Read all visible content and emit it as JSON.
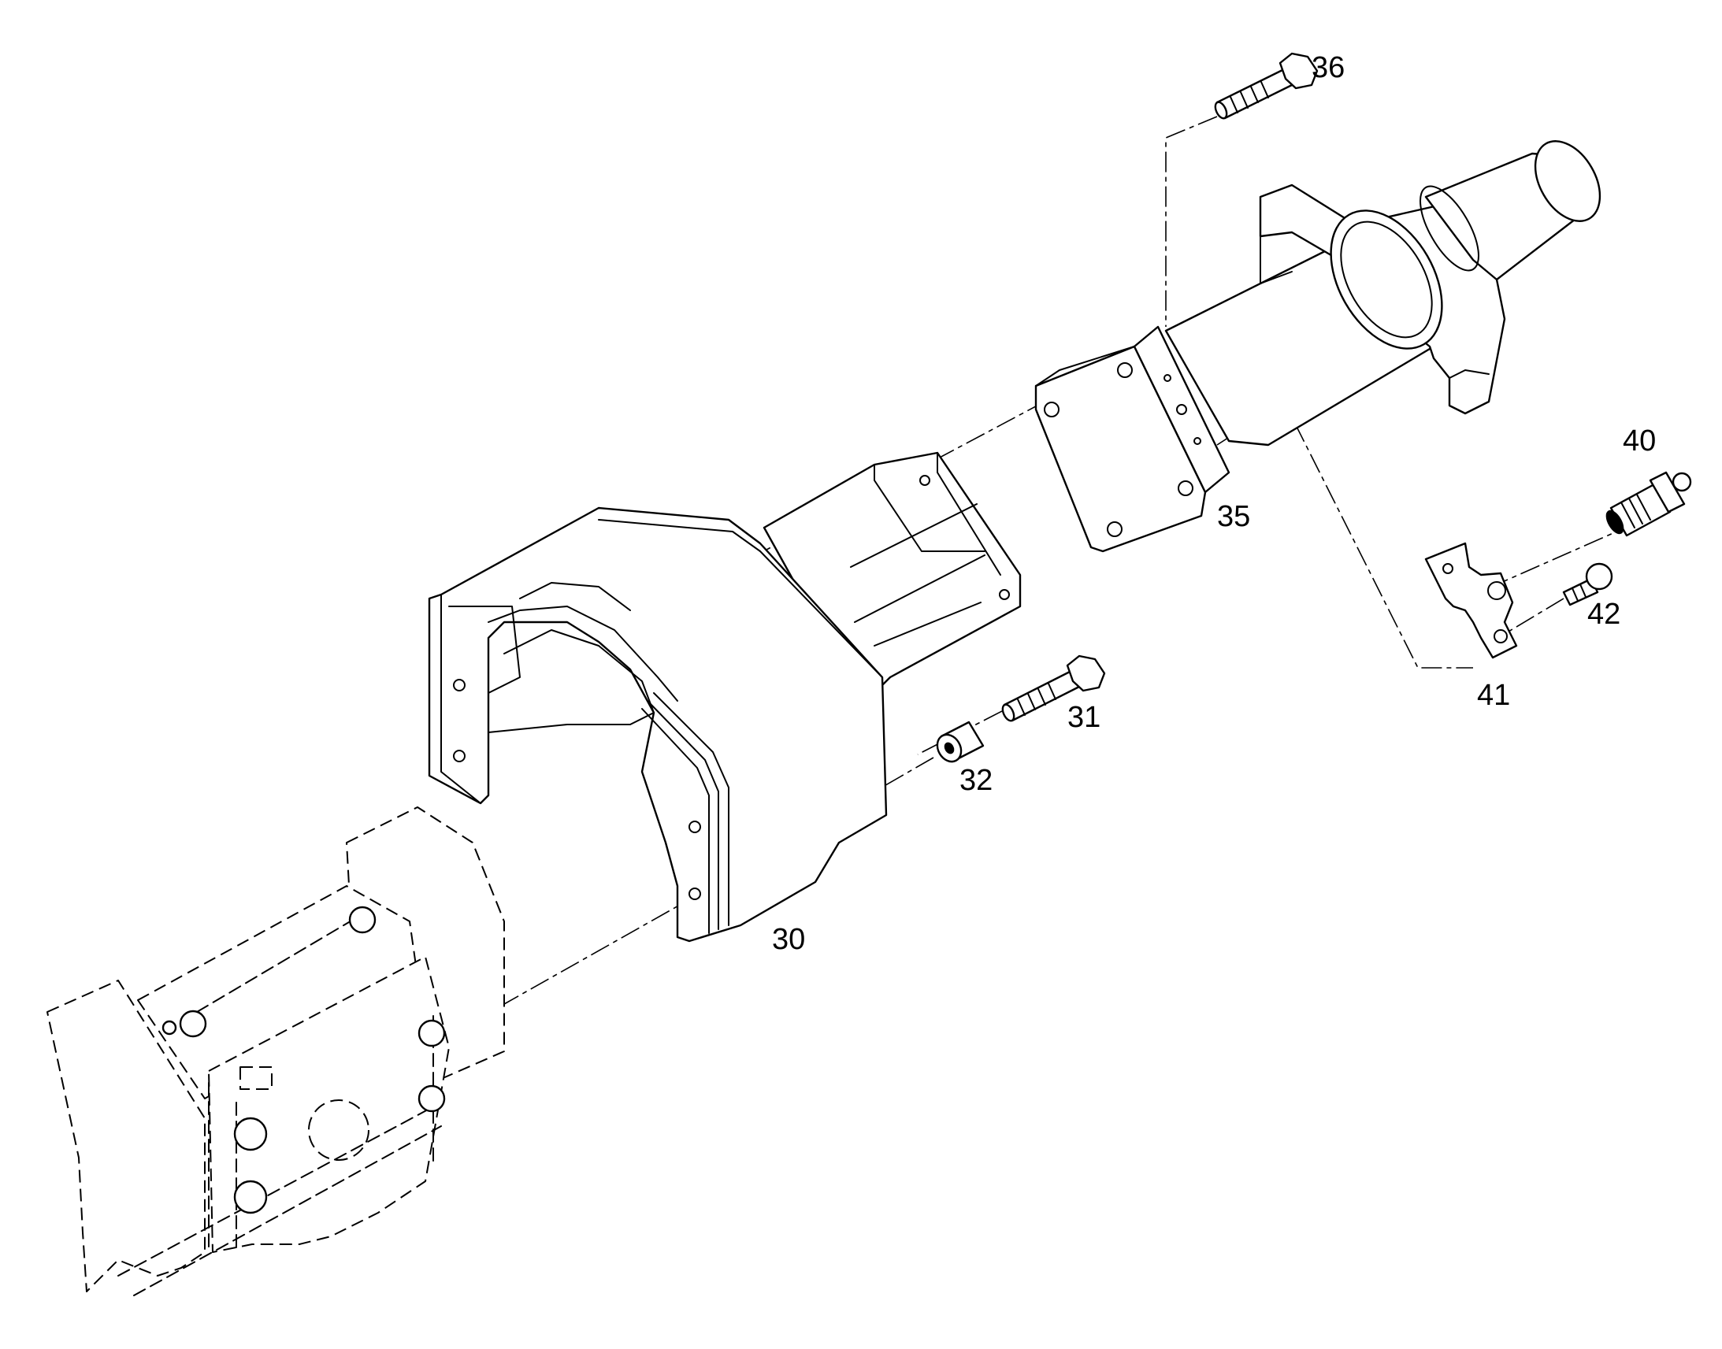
{
  "callouts": {
    "c30": "30",
    "c31": "31",
    "c32": "32",
    "c35": "35",
    "c36": "36",
    "c40": "40",
    "c41": "41",
    "c42": "42"
  },
  "colors": {
    "line": "#000000",
    "background": "#ffffff"
  }
}
